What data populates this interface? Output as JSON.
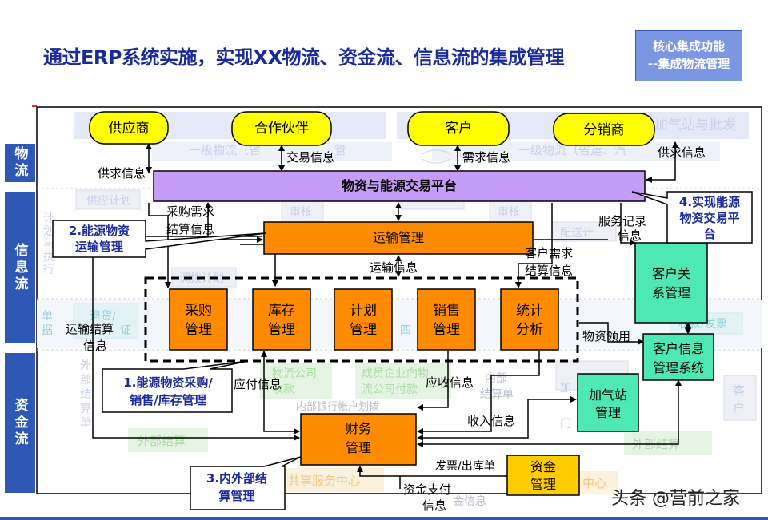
{
  "title": "通过ERP系统实施，实现XX物流、资金流、信息流的集成管理",
  "core_box": {
    "line1": "核心集成功能",
    "line2": "--集成物流管理"
  },
  "side_labels": {
    "logistics": "物流",
    "info": "信息流",
    "capital": "资金流"
  },
  "parties": {
    "supplier": "供应商",
    "partner": "合作伙伴",
    "customer": "客户",
    "distributor": "分销商"
  },
  "platform": "物资与能源交易平台",
  "transport": "运输管理",
  "modules": {
    "purchase": [
      "采购",
      "管理"
    ],
    "inventory": [
      "库存",
      "管理"
    ],
    "plan": [
      "计划",
      "管理"
    ],
    "sales": [
      "销售",
      "管理"
    ],
    "stats": [
      "统计",
      "分析"
    ]
  },
  "crm": [
    "客户关",
    "系管理"
  ],
  "cis": [
    "客户信息",
    "管理系统"
  ],
  "gas": [
    "加气站",
    "管理"
  ],
  "finance": [
    "财务",
    "管理"
  ],
  "fund": [
    "资金",
    "管理"
  ],
  "callouts": {
    "c1": [
      "1.能源物资采购/",
      "销售/库存管理"
    ],
    "c2": [
      "2.能源物资",
      "运输管理"
    ],
    "c3": [
      "3.内外部结",
      "算管理"
    ],
    "c4": [
      "4.实现能源",
      "物资交易平",
      "台"
    ]
  },
  "flows": {
    "supply_info": "供求信息",
    "trade_info": "交易信息",
    "demand_info": "需求信息",
    "supply_info2": "供求信息",
    "purchase_demand": [
      "采购需求",
      "结算信息"
    ],
    "service_record": [
      "服务记录",
      "信息"
    ],
    "transport_info": "运输信息",
    "customer_demand": [
      "客户需求",
      "结算信息"
    ],
    "transport_settle": [
      "运输结算",
      "信息"
    ],
    "material_use": "物资领用",
    "payable": "应付信息",
    "receivable": "应收信息",
    "income": "收入信息",
    "invoice": "发票/出库单",
    "payment": [
      "资金支付",
      "信息"
    ]
  },
  "background_text": {
    "level1_a": "一级物流（省",
    "level1_a2": "管",
    "level1_b": "一级物流（省运、汽",
    "gas_wholesale": "加气站与批发",
    "supply_plan": "供应计划",
    "audit1": "审核",
    "audit2": "审核",
    "distribution": "配送计",
    "schedule": "调拨计划",
    "plan_exec": [
      "计",
      "划",
      "与",
      "执",
      "行"
    ],
    "docs": [
      "单",
      "据"
    ],
    "return": "退货/",
    "proof": "证",
    "four": "四",
    "invoice_bg": "税款/发票",
    "ext": [
      "外",
      "部",
      "结",
      "算",
      "单"
    ],
    "ext_settle": "外部结算",
    "ext_settle2": "外部结算",
    "logistics_co": [
      "物流公司",
      "收款"
    ],
    "member": [
      "成员企业向物",
      "流公司付款"
    ],
    "inner": [
      "内部",
      "结算单"
    ],
    "bank": "内部银行帐户划拨",
    "share": "共享服务中心",
    "center": "中心",
    "customer_bg": [
      "客",
      "户"
    ],
    "gas_small": [
      "加",
      "门"
    ],
    "fund_info": "金信息"
  },
  "watermark": "头条 @营前之家",
  "colors": {
    "title": "#1a2a9a",
    "band": "#2f57b6",
    "party": "#ffff00",
    "platform": "#c59cf7",
    "module": "#ff8c00",
    "crm": "#4ee8b4",
    "fund": "#ffcc00"
  }
}
